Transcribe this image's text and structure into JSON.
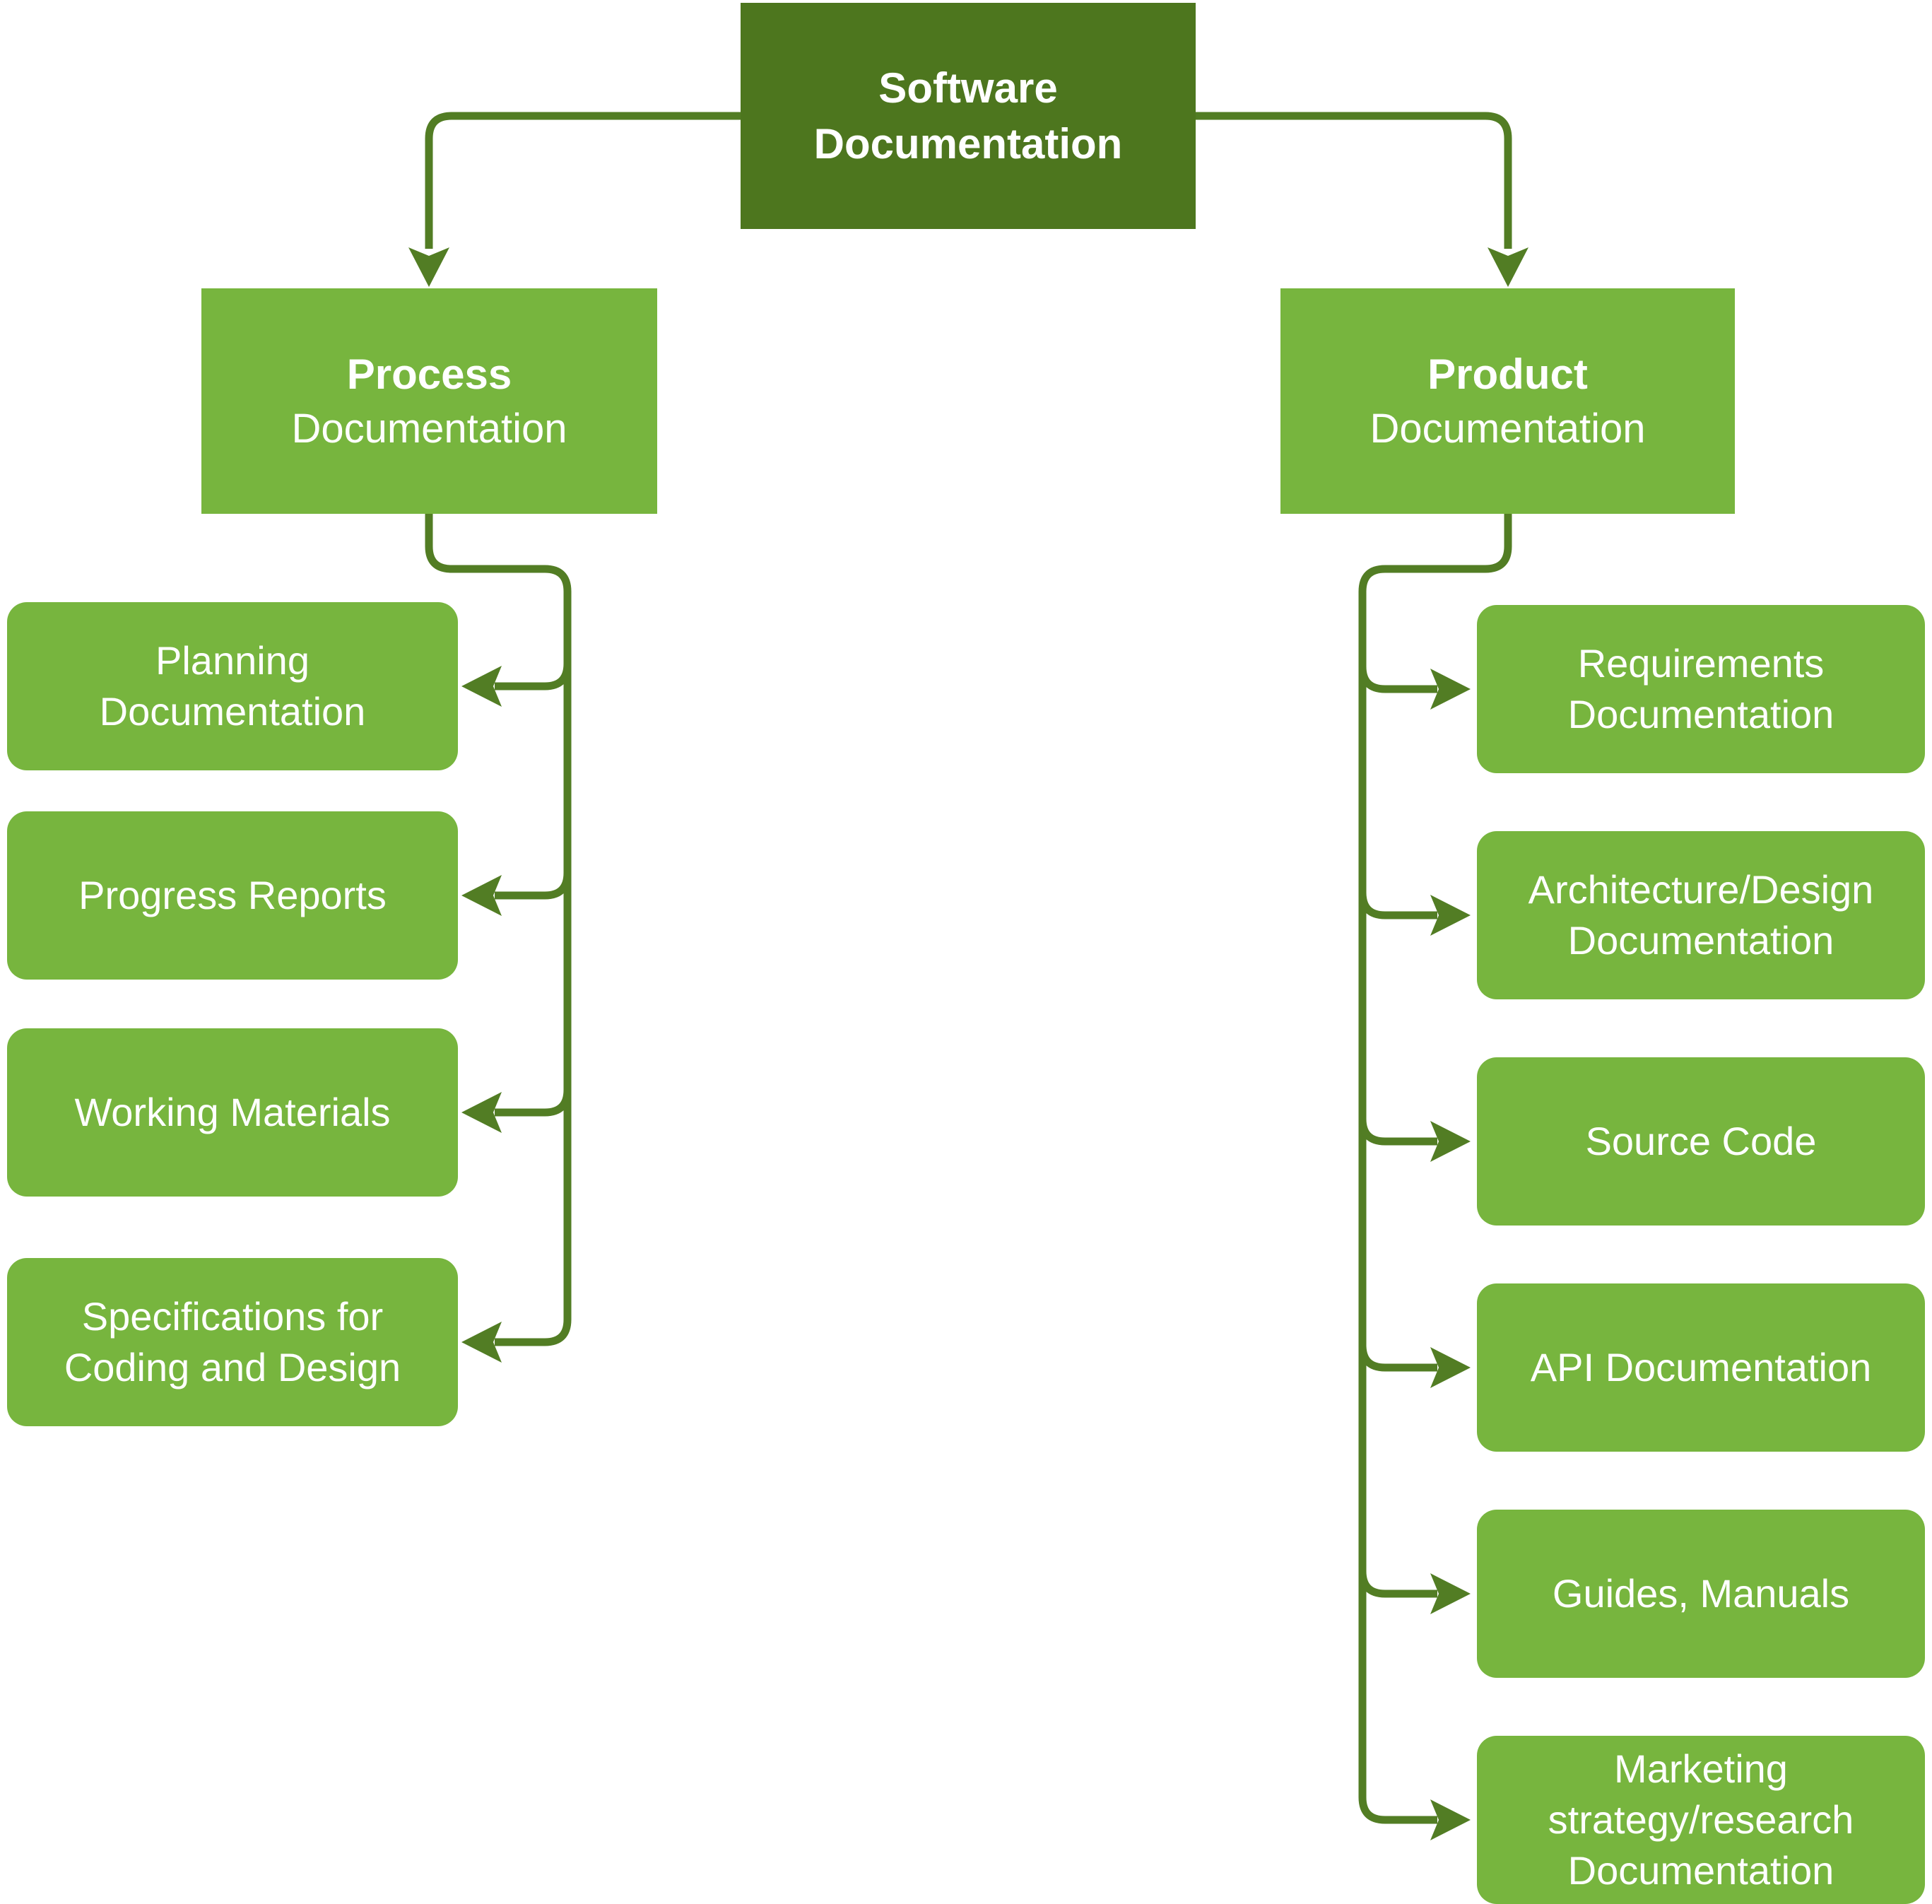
{
  "colors": {
    "node_light": "#77b53e",
    "node_dark": "#4d761e",
    "connector": "#527d24",
    "text": "#ffffff"
  },
  "root": {
    "line1": "Software",
    "line2": "Documentation"
  },
  "branches": [
    {
      "title": "Process",
      "subtitle": "Documentation",
      "children": [
        {
          "label": "Planning\nDocumentation"
        },
        {
          "label": "Progress Reports"
        },
        {
          "label": "Working Materials"
        },
        {
          "label": "Specifications for\nCoding and Design"
        }
      ]
    },
    {
      "title": "Product",
      "subtitle": "Documentation",
      "children": [
        {
          "label": "Requirements\nDocumentation"
        },
        {
          "label": "Architecture/Design\nDocumentation"
        },
        {
          "label": "Source Code"
        },
        {
          "label": "API Documentation"
        },
        {
          "label": "Guides, Manuals"
        },
        {
          "label": "Marketing\nstrategy/research\nDocumentation"
        }
      ]
    }
  ]
}
